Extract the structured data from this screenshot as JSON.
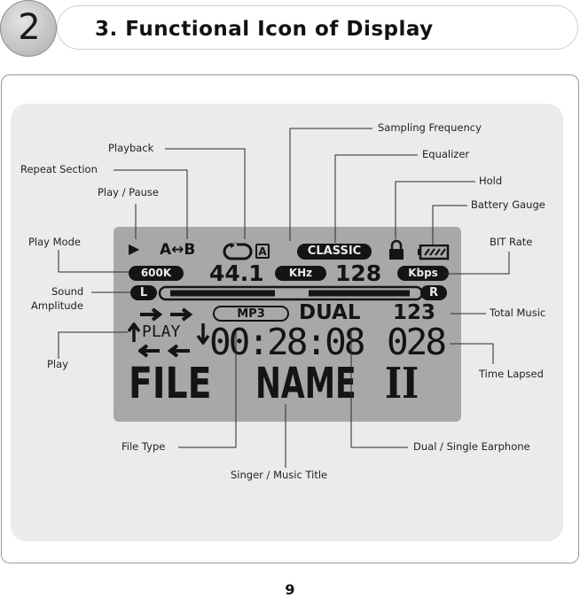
{
  "section": {
    "number": "2",
    "title": "3. Functional Icon of Display"
  },
  "lcd": {
    "row1": {
      "play_pause_symbol": "▶",
      "repeat_ab": "A↔B",
      "repeat_mode_box": "A",
      "eq_preset": "CLASSIC"
    },
    "row2": {
      "bitrate_indicator": "600K",
      "sampling_freq": "44.1",
      "sampling_unit": "KHz",
      "bit_rate": "128",
      "bit_rate_unit": "Kbps"
    },
    "row3": {
      "left_channel": "L",
      "right_channel": "R"
    },
    "row4": {
      "file_type": "MP3",
      "earphone_mode": "DUAL",
      "total_music": "123"
    },
    "row5": {
      "play_label": "PLAY",
      "elapsed_time": "00:28:08",
      "track_number": "028"
    },
    "row6": {
      "file_word": "FILE",
      "name_word": "NAME",
      "title_word": "II"
    }
  },
  "callouts": {
    "playback": "Playback",
    "repeat_section": "Repeat Section",
    "play_pause": "Play / Pause",
    "play_mode": "Play Mode",
    "sound_amplitude_1": "Sound",
    "sound_amplitude_2": "Amplitude",
    "play": "Play",
    "file_type": "File Type",
    "singer_title": "Singer / Music Title",
    "sampling_frequency": "Sampling Frequency",
    "equalizer": "Equalizer",
    "hold": "Hold",
    "battery_gauge": "Battery Gauge",
    "bit_rate": "BIT Rate",
    "total_music": "Total Music",
    "time_lapsed": "Time Lapsed",
    "dual_single": "Dual / Single Earphone"
  },
  "page_number": "9"
}
